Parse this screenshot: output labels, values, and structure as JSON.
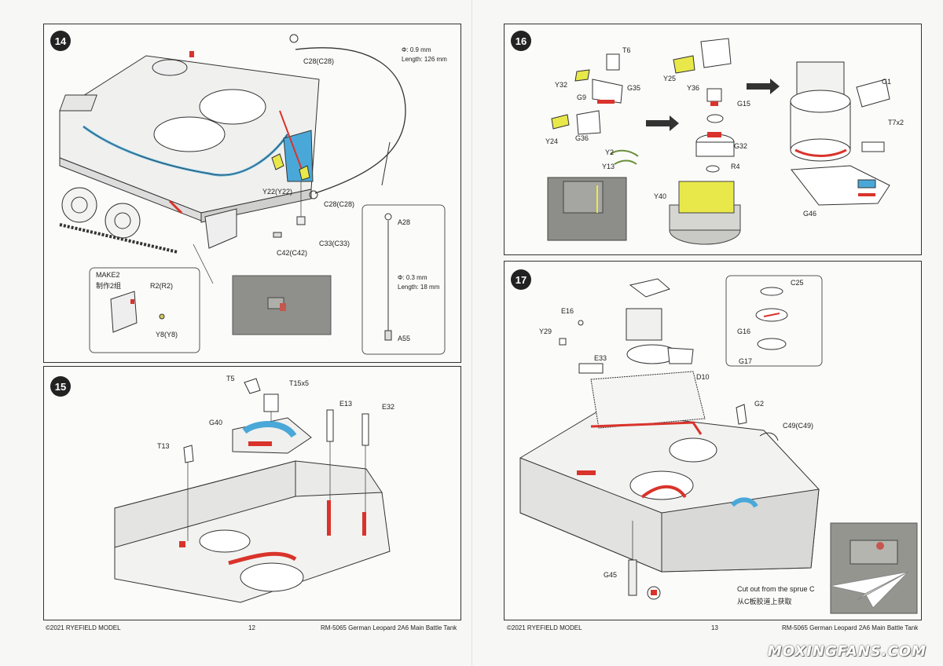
{
  "steps": {
    "s14": {
      "number": "14",
      "labels": {
        "c28a": "C28(C28)",
        "wire1_spec": "Φ: 0.9 mm",
        "wire1_len": "Length: 126 mm",
        "y22": "Y22(Y22)",
        "c28b": "C28(C28)",
        "c33": "C33(C33)",
        "c42": "C42(C42)",
        "a28": "A28",
        "wire2_spec": "Φ: 0.3 mm",
        "wire2_len": "Length: 18 mm",
        "a55": "A55",
        "make2": "MAKE2",
        "make2_cn": "制作2组",
        "r2": "R2(R2)",
        "y8": "Y8(Y8)"
      }
    },
    "s15": {
      "number": "15",
      "labels": {
        "t5": "T5",
        "t15": "T15x5",
        "g40": "G40",
        "e13": "E13",
        "e32": "E32",
        "t13": "T13"
      }
    },
    "s16": {
      "number": "16",
      "labels": {
        "t6": "T6",
        "y32": "Y32",
        "g35": "G35",
        "g9": "G9",
        "y24": "Y24",
        "g36": "G36",
        "y2": "Y2",
        "y13": "Y13",
        "y25": "Y25",
        "y36": "Y36",
        "g15": "G15",
        "g32": "G32",
        "r4": "R4",
        "y40": "Y40",
        "g1": "G1",
        "t7": "T7x2",
        "g46": "G46"
      }
    },
    "s17": {
      "number": "17",
      "labels": {
        "e16": "E16",
        "y29": "Y29",
        "e33": "E33",
        "d10": "D10",
        "c25": "C25",
        "g16": "G16",
        "g17": "G17",
        "g2": "G2",
        "c49": "C49(C49)",
        "g45": "G45",
        "cut_en": "Cut out from the sprue C",
        "cut_cn": "从C板胶道上获取"
      }
    }
  },
  "footer": {
    "left_copyright": "©2021 RYEFIELD MODEL",
    "left_page": "12",
    "left_title": "RM-5065 German Leopard 2A6 Main Battle Tank",
    "right_copyright": "©2021 RYEFIELD MODEL",
    "right_page": "13",
    "right_title": "RM-5065 German Leopard 2A6 Main Battle Tank"
  },
  "watermark": "MOXINGFANS.COM",
  "colors": {
    "highlight_red": "#d9332b",
    "highlight_blue": "#4aa8d8",
    "highlight_yellow": "#e8e84a",
    "line": "#333333"
  }
}
